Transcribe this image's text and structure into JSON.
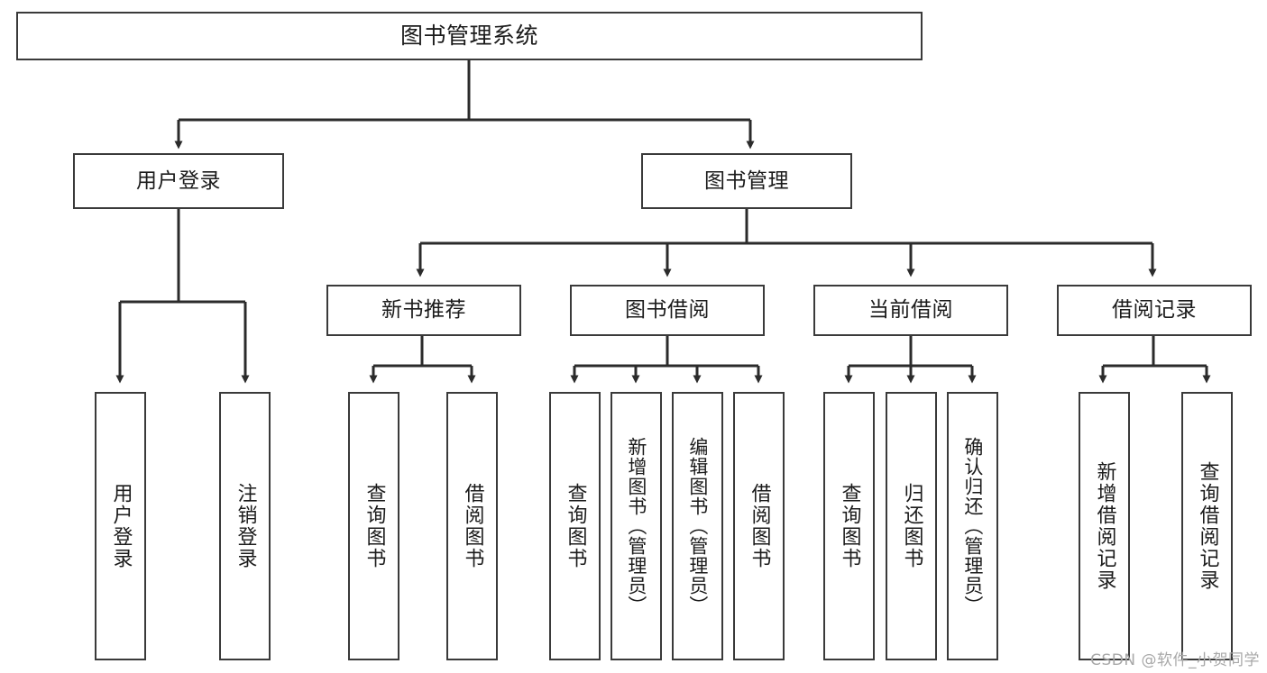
{
  "diagram": {
    "type": "tree-hierarchy-diagram",
    "title": "图书管理系统",
    "watermark": "CSDN @软件_小贺同学",
    "colors": {
      "box_border": "#3a3a3a",
      "connector": "#2b2b2b",
      "background": "#ffffff",
      "text": "#1b1b1b",
      "watermark": "#a8a8a8"
    },
    "root": {
      "label": "图书管理系统"
    },
    "level2": [
      {
        "label": "用户登录"
      },
      {
        "label": "图书管理"
      }
    ],
    "level3": [
      {
        "label": "新书推荐"
      },
      {
        "label": "图书借阅"
      },
      {
        "label": "当前借阅"
      },
      {
        "label": "借阅记录"
      }
    ],
    "leaves": {
      "user_login": [
        {
          "label": "用户登录"
        },
        {
          "label": "注销登录"
        }
      ],
      "new_book_recommend": [
        {
          "label": "查询图书"
        },
        {
          "label": "借阅图书"
        }
      ],
      "book_borrow": [
        {
          "label": "查询图书"
        },
        {
          "label": "新增图书（管理员）"
        },
        {
          "label": "编辑图书（管理员）"
        },
        {
          "label": "借阅图书"
        }
      ],
      "current_borrow": [
        {
          "label": "查询图书"
        },
        {
          "label": "归还图书"
        },
        {
          "label": "确认归还（管理员）"
        }
      ],
      "borrow_records": [
        {
          "label": "新增借阅记录"
        },
        {
          "label": "查询借阅记录"
        }
      ]
    }
  }
}
